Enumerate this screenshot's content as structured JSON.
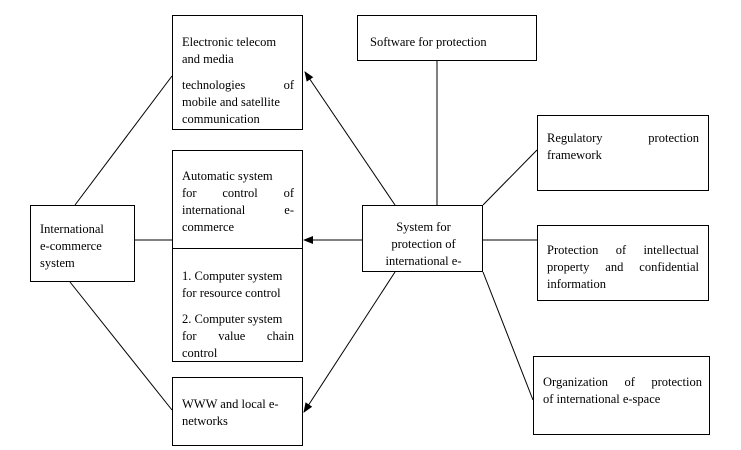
{
  "nodes": {
    "telecom": {
      "line1": "Electronic telecom",
      "line2": "and media",
      "line3": "technologies of",
      "line4": "mobile and satellite",
      "line5": "communication"
    },
    "software": {
      "label": "Software for protection"
    },
    "regulatory": {
      "line1": "Regulatory protection",
      "line2": "framework"
    },
    "automatic": {
      "line1": "Automatic system",
      "line2": "for control of",
      "line3": "international e-",
      "line4": "commerce"
    },
    "computer": {
      "item1_line1": "1. Computer system",
      "item1_line2": "for resource control",
      "item2_line1": "2. Computer system",
      "item2_line2": "for value chain",
      "item2_line3": "control"
    },
    "international": {
      "line1": "International",
      "line2": "e-commerce",
      "line3": "system"
    },
    "protection_system": {
      "line1": "System for",
      "line2": "protection of",
      "line3": "international e-"
    },
    "intellectual": {
      "line1": "Protection of intellectual",
      "line2": "property and confidential",
      "line3": "information"
    },
    "www": {
      "line1": "WWW and local e-",
      "line2": "networks"
    },
    "organization": {
      "line1": "Organization of protection",
      "line2": "of international e-space"
    }
  },
  "colors": {
    "stroke": "#000000",
    "background": "#ffffff"
  }
}
